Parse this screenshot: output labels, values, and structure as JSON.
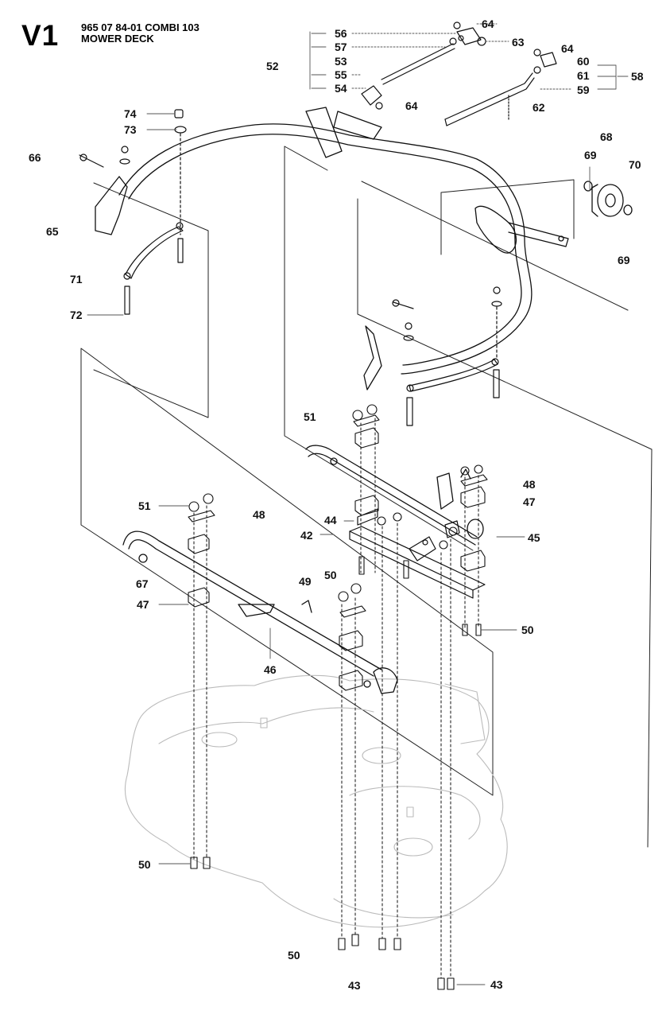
{
  "header": {
    "section": "V1",
    "part_line": "965 07 84-01 COMBI 103",
    "title": "MOWER DECK"
  },
  "callouts": [
    {
      "id": "c1",
      "text": "56"
    },
    {
      "id": "c2",
      "text": "57"
    },
    {
      "id": "c3",
      "text": "53"
    },
    {
      "id": "c4",
      "text": "55"
    },
    {
      "id": "c5",
      "text": "54"
    },
    {
      "id": "c6",
      "text": "52"
    },
    {
      "id": "c7",
      "text": "64"
    },
    {
      "id": "c8",
      "text": "63"
    },
    {
      "id": "c9",
      "text": "64"
    },
    {
      "id": "c10",
      "text": "60"
    },
    {
      "id": "c11",
      "text": "61"
    },
    {
      "id": "c12",
      "text": "59"
    },
    {
      "id": "c13",
      "text": "58"
    },
    {
      "id": "c14",
      "text": "64"
    },
    {
      "id": "c15",
      "text": "62"
    },
    {
      "id": "c16",
      "text": "74"
    },
    {
      "id": "c17",
      "text": "73"
    },
    {
      "id": "c18",
      "text": "66"
    },
    {
      "id": "c19",
      "text": "65"
    },
    {
      "id": "c20",
      "text": "71"
    },
    {
      "id": "c21",
      "text": "72"
    },
    {
      "id": "c22",
      "text": "68"
    },
    {
      "id": "c23",
      "text": "69"
    },
    {
      "id": "c24",
      "text": "70"
    },
    {
      "id": "c25",
      "text": "69"
    },
    {
      "id": "c26",
      "text": "51"
    },
    {
      "id": "c27",
      "text": "48"
    },
    {
      "id": "c28",
      "text": "47"
    },
    {
      "id": "c29",
      "text": "51"
    },
    {
      "id": "c30",
      "text": "48"
    },
    {
      "id": "c31",
      "text": "44"
    },
    {
      "id": "c32",
      "text": "42"
    },
    {
      "id": "c33",
      "text": "45"
    },
    {
      "id": "c34",
      "text": "67"
    },
    {
      "id": "c35",
      "text": "49"
    },
    {
      "id": "c36",
      "text": "50"
    },
    {
      "id": "c37",
      "text": "47"
    },
    {
      "id": "c38",
      "text": "50"
    },
    {
      "id": "c39",
      "text": "46"
    },
    {
      "id": "c40",
      "text": "50"
    },
    {
      "id": "c41",
      "text": "50"
    },
    {
      "id": "c42",
      "text": "43"
    },
    {
      "id": "c43",
      "text": "43"
    }
  ]
}
